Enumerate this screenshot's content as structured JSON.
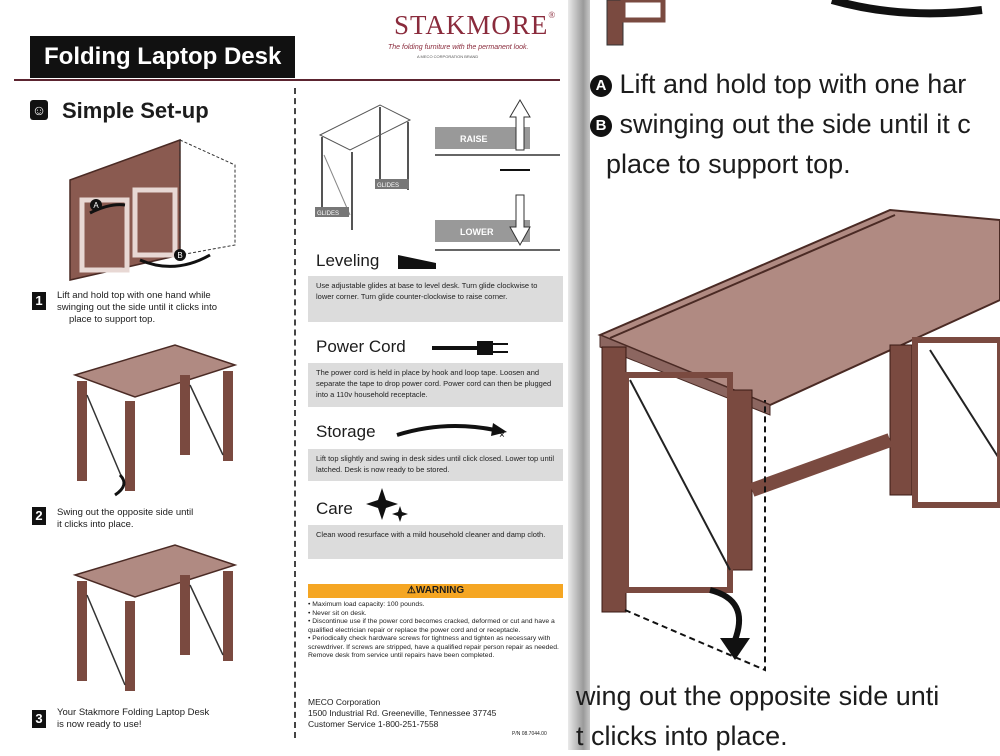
{
  "header": {
    "title": "Folding Laptop Desk",
    "brand": "STAKMORE",
    "brand_mark": "®",
    "tagline": "The folding furniture with the permanent look.",
    "subbrand": "A MECO CORPORATION BRAND"
  },
  "setup": {
    "heading": "Simple Set-up",
    "steps": [
      {
        "num": "1",
        "lines": [
          "Lift and hold top with one hand while",
          "swinging out the side until it clicks into",
          "place to support top."
        ],
        "markers": [
          "A",
          "B"
        ]
      },
      {
        "num": "2",
        "lines": [
          "Swing out the opposite side until",
          "it clicks into place."
        ]
      },
      {
        "num": "3",
        "lines": [
          "Your Stakmore Folding Laptop Desk",
          "is now ready to use!"
        ]
      }
    ]
  },
  "diagram_labels": {
    "raise": "RAISE",
    "lower": "LOWER",
    "glides": "GLIDES",
    "marker_a": "A",
    "marker_b": "B"
  },
  "sections": {
    "leveling": {
      "heading": "Leveling",
      "text": "Use adjustable glides at base to level desk. Turn glide clockwise to lower corner. Turn glide counter-clockwise to raise corner."
    },
    "power": {
      "heading": "Power Cord",
      "text": "The power cord is held in place by hook and loop tape. Loosen and separate the tape to drop power cord. Power cord can then be plugged into a 110v household receptacle."
    },
    "storage": {
      "heading": "Storage",
      "text": "Lift top slightly and swing in desk sides until click closed. Lower top until latched. Desk is now ready to be stored."
    },
    "care": {
      "heading": "Care",
      "text": "Clean wood resurface with a mild household cleaner and damp cloth."
    }
  },
  "warning": {
    "heading": "WARNING",
    "items": [
      "• Maximum load capacity: 100 pounds.",
      "• Never sit on desk.",
      "• Discontinue use if the power cord becomes cracked, deformed or cut and have a qualified electrician repair or replace the power cord and or receptacle.",
      "• Periodically check hardware screws for tightness and tighten as necessary with screwdriver. If screws are stripped, have a qualified repair person repair as needed. Remove desk from service until repairs have been completed."
    ]
  },
  "company": {
    "name": "MECO Corporation",
    "address": "1500 Industrial Rd. Greeneville, Tennessee 37745",
    "service": "Customer Service 1-800-251-7558"
  },
  "part_number": "P/N 08.7044.00",
  "right_page": {
    "marker_a": "A",
    "marker_b": "B",
    "line1": "Lift and hold top with one har",
    "line2": "swinging out the side until it c",
    "line3": "place to support top.",
    "bottom1": "wing out the opposite side unti",
    "bottom2": "t clicks into place."
  },
  "colors": {
    "wood_top": "#b08a82",
    "wood_frame": "#7a4a40",
    "brand": "#8a2b3c",
    "warning": "#f5a623"
  }
}
